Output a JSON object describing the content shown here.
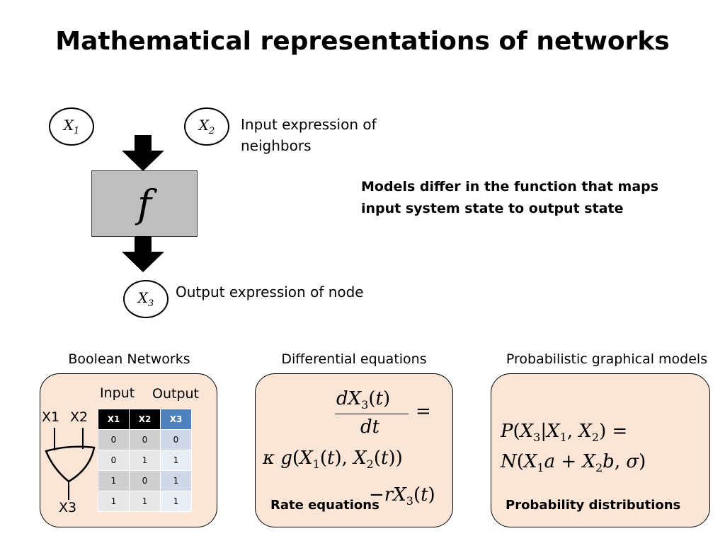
{
  "title": "Mathematical representations of networks",
  "top_diagram": {
    "nodes": {
      "x1_base": "X",
      "x1_sub": "1",
      "x2_base": "X",
      "x2_sub": "2",
      "x3_base": "X",
      "x3_sub": "3"
    },
    "input_label": [
      "Input expression of",
      "neighbors"
    ],
    "function_symbol": "f",
    "output_label": "Output expression of node"
  },
  "side_note": [
    "Models differ in the function that maps",
    "input system state to output state"
  ],
  "boolean_networks": {
    "heading": "Boolean Networks",
    "input_label": "Input",
    "output_label": "Output",
    "gate_inputs": [
      "X1",
      "X2"
    ],
    "gate_output": "X3",
    "table": {
      "headers": [
        "X1",
        "X2",
        "X3"
      ],
      "rows": [
        [
          "0",
          "0",
          "0"
        ],
        [
          "0",
          "1",
          "1"
        ],
        [
          "1",
          "0",
          "1"
        ],
        [
          "1",
          "1",
          "1"
        ]
      ]
    }
  },
  "differential_equations": {
    "heading": "Differential equations",
    "caption": "Rate equations"
  },
  "probabilistic_models": {
    "heading": "Probabilistic graphical models",
    "caption": "Probability distributions"
  },
  "colors": {
    "card_fill": "#fbe5d6",
    "function_box": "#bfbfbf",
    "table_output_header": "#4f81bd"
  }
}
